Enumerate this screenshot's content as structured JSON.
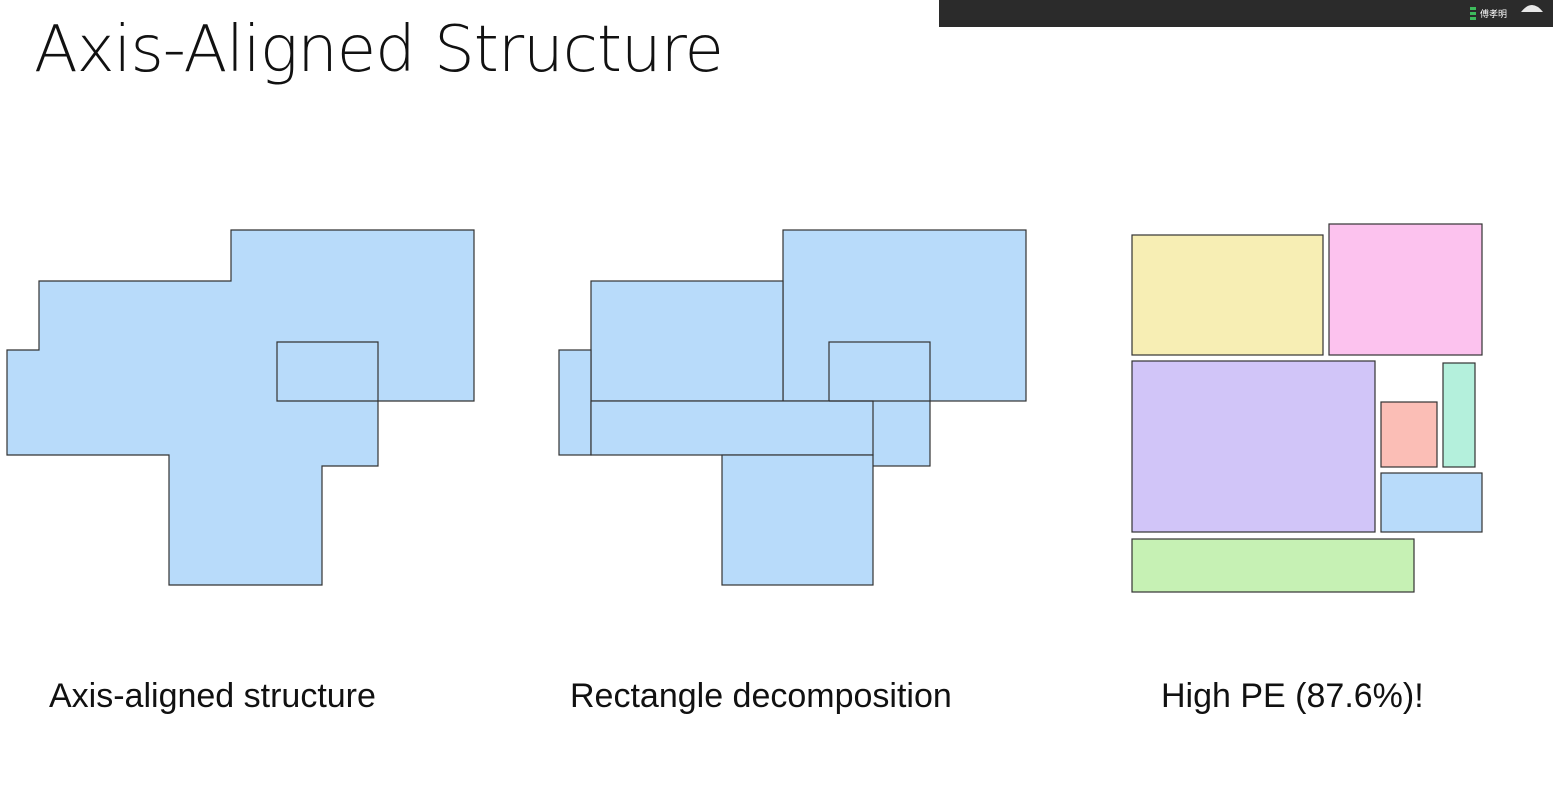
{
  "slide": {
    "title": "Axis-Aligned Structure"
  },
  "overlay": {
    "participant_name": "傅孝明"
  },
  "panels": [
    {
      "caption": "Axis-aligned structure"
    },
    {
      "caption": "Rectangle decomposition"
    },
    {
      "caption": "High PE (87.6%)!"
    }
  ],
  "colors": {
    "shape_fill": "#b8dbfa",
    "outline": "#333333",
    "yellow": "#f7eeb4",
    "pink": "#fcc2ee",
    "purple": "#d1c5f8",
    "salmon": "#fbbeb6",
    "mint": "#b4f0dc",
    "blue": "#b8dbfa",
    "green": "#c6f1b4"
  }
}
